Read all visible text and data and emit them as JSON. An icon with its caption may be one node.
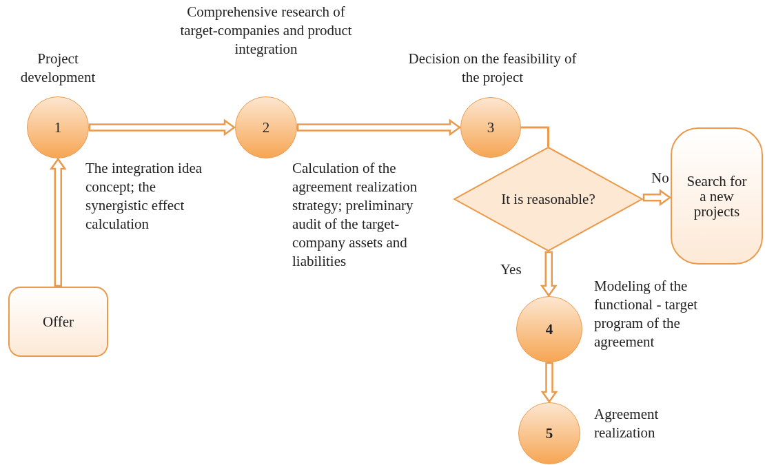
{
  "diagram": {
    "nodes": [
      {
        "text": [
          "Project development",
          "1"
        ],
        "beside": [
          "The integration idea concept; the synergistic effect calculation"
        ]
      },
      {
        "text": [
          "Comprehensive research of target-companies and product integration",
          "2"
        ],
        "beside": [
          "Calculation of the agreement realization strategy; preliminary audit of the target-company assets and liabilities"
        ]
      },
      {
        "text": [
          "Decision on the feasibility of the project",
          "3"
        ]
      },
      {
        "text": [
          "It is reasonable?"
        ]
      },
      {
        "text": [
          "Search for a new projects"
        ]
      },
      {
        "text": [
          "4"
        ],
        "beside": [
          "Modeling of the functional - target program of the agreement"
        ]
      },
      {
        "text": [
          "5"
        ],
        "beside": [
          "Agreement realization"
        ]
      },
      {
        "text": [
          "Offer"
        ]
      }
    ],
    "edges": [
      {
        "from": 7,
        "to": 0,
        "arrow": "to"
      },
      {
        "from": 0,
        "to": 1,
        "arrow": "to"
      },
      {
        "from": 1,
        "to": 2,
        "arrow": "to"
      },
      {
        "from": 2,
        "to": 3,
        "arrow": "none"
      },
      {
        "from": 3,
        "to": 4,
        "arrow": "to",
        "label": "No"
      },
      {
        "from": 3,
        "to": 5,
        "arrow": "to",
        "label": "Yes"
      },
      {
        "from": 5,
        "to": 6,
        "arrow": "to"
      }
    ]
  }
}
